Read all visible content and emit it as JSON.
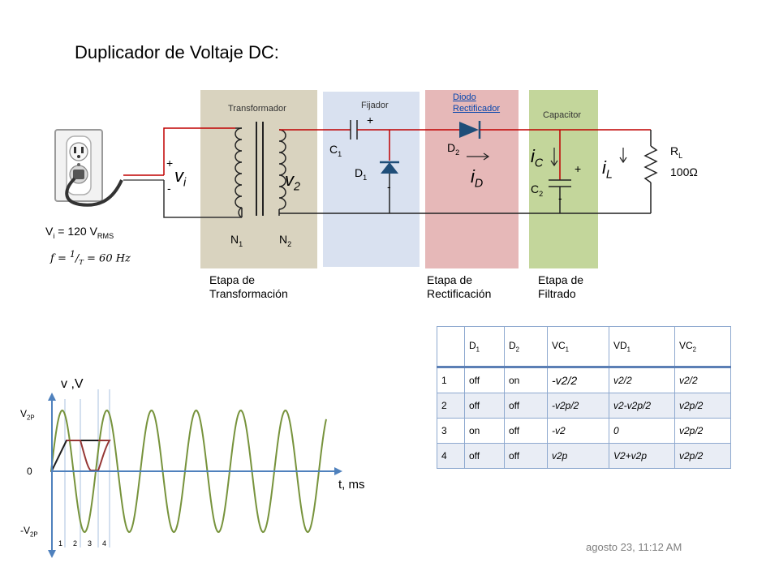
{
  "title": "Duplicador de Voltaje DC:",
  "components": {
    "transformer": "Transformador",
    "clamp": "Fijador",
    "diode_link": "Diodo\nRectificador",
    "capacitor": "Capacitor",
    "c1": "C",
    "c1_sub": "1",
    "d1": "D",
    "d1_sub": "1",
    "d2": "D",
    "d2_sub": "2",
    "c2": "C",
    "c2_sub": "2",
    "n1": "N",
    "n1_sub": "1",
    "n2": "N",
    "n2_sub": "2",
    "rl": "R",
    "rl_sub": "L",
    "rl_value": "100Ω",
    "plus": "+",
    "minus": "-"
  },
  "signals": {
    "vi": "v",
    "vi_sub": "i",
    "v2": "v",
    "v2_sub": "2",
    "id": "i",
    "id_sub": "D",
    "ic": "i",
    "ic_sub": "C",
    "il": "i",
    "il_sub": "L",
    "source_v": "V",
    "source_sub_i": "i",
    "source_value": " = 120 V",
    "source_rms": "RMS",
    "freq_formula": "f = ",
    "freq_one": "1",
    "freq_T": "T",
    "freq_value": " = 60 Hz"
  },
  "stages": {
    "transform": "Etapa de\nTransformación",
    "rectify": "Etapa de\nRectificación",
    "filter": "Etapa de\nFiltrado"
  },
  "colors": {
    "transform_band": "#d9d3bf",
    "clamp_band": "#d9e1f0",
    "rectify_band": "#e6b8b8",
    "filter_band": "#c3d69b",
    "wire": "#c00000",
    "sine": "#77933c",
    "vc2": "#1f1f1f",
    "vc1": "#953735",
    "axis": "#4f81bd"
  },
  "plot": {
    "y_axis": "v ,V",
    "x_axis": "t, ms",
    "v2p": "V",
    "v2p_sub": "2P",
    "zero": "0",
    "neg_v2p": "-V",
    "neg_v2p_sub": "2P",
    "intervals": [
      "1",
      "2",
      "3",
      "4"
    ]
  },
  "table": {
    "headers": [
      {
        "t": "D",
        "s": "1"
      },
      {
        "t": "D",
        "s": "2"
      },
      {
        "t": "VC",
        "s": "1"
      },
      {
        "t": "VD",
        "s": "1"
      },
      {
        "t": "VC",
        "s": "2"
      }
    ],
    "rows": [
      [
        "1",
        "off",
        "on",
        "-v2/2",
        "v2/2",
        "v2/2"
      ],
      [
        "2",
        "off",
        "off",
        "-v2p/2",
        "v2-v2p/2",
        "v2p/2"
      ],
      [
        "3",
        "on",
        "off",
        "-v2",
        "0",
        "v2p/2"
      ],
      [
        "4",
        "off",
        "off",
        "v2p",
        "V2+v2p",
        "v2p/2"
      ]
    ]
  },
  "timestamp": "agosto 23, 11:12 AM"
}
